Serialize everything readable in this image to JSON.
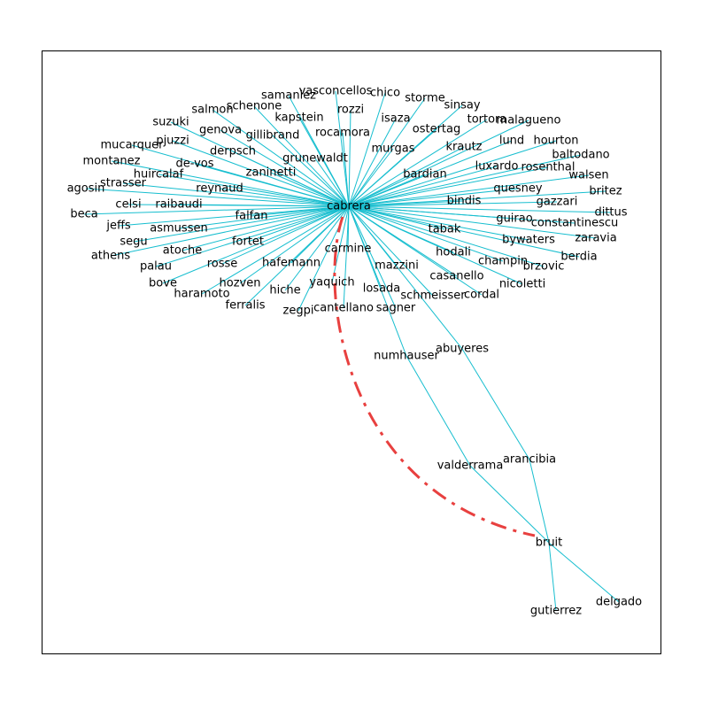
{
  "diagram": {
    "edge_color": "#17becf",
    "highlight_color": "#e8403f",
    "hub": "cabrera",
    "hub_neighbors": [
      "agosin",
      "strasser",
      "celsi",
      "raibaudi",
      "beca",
      "jeffs",
      "segu",
      "athens",
      "palau",
      "bove",
      "haramoto",
      "ferralis",
      "zegpi",
      "cantellano",
      "sagner",
      "schmeisser",
      "cordal",
      "nicoletti",
      "berdia",
      "zaravia",
      "dittus",
      "constantinescu",
      "britez",
      "walsen",
      "baltodano",
      "rosenthal",
      "hourton",
      "lund",
      "malagueno",
      "tortora",
      "sinsay",
      "storme",
      "chico",
      "vasconcellos",
      "samaniez",
      "rozzi",
      "isaza",
      "ostertag",
      "krautz",
      "murgas",
      "kapstein",
      "rocamora",
      "schenone",
      "salmon",
      "suzuki",
      "pjuzzi",
      "mucarquer",
      "montanez",
      "huircalaf",
      "genova",
      "gillibrand",
      "derpsch",
      "de-vos",
      "reynaud",
      "zaninetti",
      "grunewaldt",
      "bardian",
      "luxardo",
      "quesney",
      "gazzari",
      "bindis",
      "guirao",
      "bywaters",
      "tabak",
      "hodali",
      "champin",
      "brzovic",
      "casanello",
      "mazzini",
      "losada",
      "carmine",
      "yaquich",
      "hiche",
      "hafemann",
      "hozven",
      "rosse",
      "atoche",
      "fortet",
      "asmussen",
      "falfan",
      "numhauser",
      "abuyeres"
    ],
    "chain_edges": [
      [
        "numhauser",
        "valderrama"
      ],
      [
        "abuyeres",
        "arancibia"
      ],
      [
        "valderrama",
        "bruit"
      ],
      [
        "arancibia",
        "bruit"
      ],
      [
        "bruit",
        "gutierrez"
      ],
      [
        "bruit",
        "delgado"
      ]
    ],
    "highlighted_edge": [
      "cabrera",
      "bruit"
    ],
    "nodes": [
      "cabrera",
      "agosin",
      "strasser",
      "celsi",
      "raibaudi",
      "beca",
      "jeffs",
      "segu",
      "athens",
      "palau",
      "bove",
      "haramoto",
      "ferralis",
      "zegpi",
      "cantellano",
      "sagner",
      "schmeisser",
      "cordal",
      "nicoletti",
      "berdia",
      "zaravia",
      "dittus",
      "constantinescu",
      "britez",
      "walsen",
      "baltodano",
      "rosenthal",
      "hourton",
      "lund",
      "malagueno",
      "tortora",
      "sinsay",
      "storme",
      "chico",
      "vasconcellos",
      "samaniez",
      "rozzi",
      "isaza",
      "ostertag",
      "krautz",
      "murgas",
      "kapstein",
      "rocamora",
      "schenone",
      "salmon",
      "suzuki",
      "pjuzzi",
      "mucarquer",
      "montanez",
      "huircalaf",
      "genova",
      "gillibrand",
      "derpsch",
      "de-vos",
      "reynaud",
      "zaninetti",
      "grunewaldt",
      "bardian",
      "luxardo",
      "quesney",
      "gazzari",
      "bindis",
      "guirao",
      "bywaters",
      "tabak",
      "hodali",
      "champin",
      "brzovic",
      "casanello",
      "mazzini",
      "losada",
      "carmine",
      "yaquich",
      "hiche",
      "hafemann",
      "hozven",
      "rosse",
      "atoche",
      "fortet",
      "asmussen",
      "falfan",
      "numhauser",
      "abuyeres",
      "valderrama",
      "arancibia",
      "bruit",
      "gutierrez",
      "delgado"
    ]
  }
}
